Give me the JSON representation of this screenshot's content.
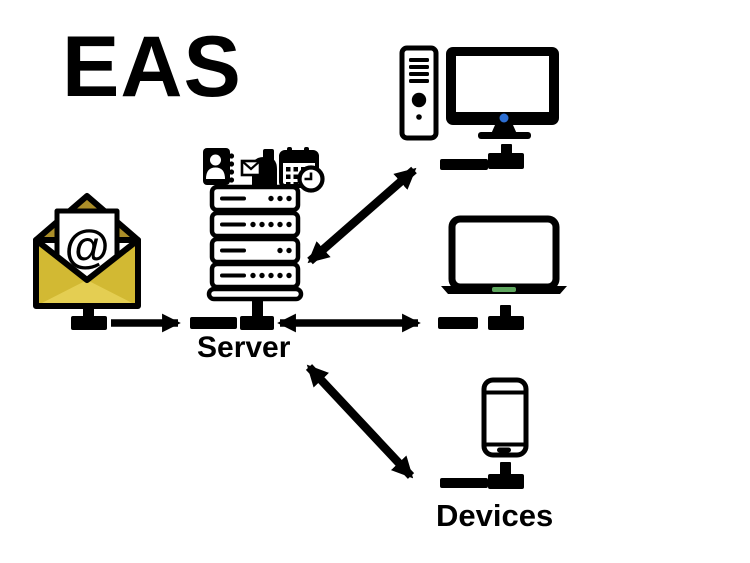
{
  "title": "EAS",
  "labels": {
    "server": "Server",
    "devices": "Devices"
  },
  "envelope": {
    "at_symbol": "@"
  },
  "colors": {
    "outline": "#000000",
    "background": "#ffffff",
    "envelope_flap": "#ab8e29",
    "envelope_body": "#d2b933",
    "envelope_front": "#e4ce52",
    "monitor_led": "#2d6fd3",
    "laptop_accent": "#5fa75f"
  },
  "nodes": [
    {
      "id": "email",
      "icon": "email-envelope-icon"
    },
    {
      "id": "server",
      "icon": "server-rack-icon",
      "label": "Server",
      "services": [
        "contacts",
        "mail",
        "calendar"
      ]
    },
    {
      "id": "desktop",
      "icon": "desktop-computer-icon"
    },
    {
      "id": "laptop",
      "icon": "laptop-icon"
    },
    {
      "id": "smartphone",
      "icon": "smartphone-icon",
      "label": "Devices"
    }
  ],
  "connections": [
    {
      "from": "email",
      "to": "server",
      "arrow": "one-way"
    },
    {
      "from": "server",
      "to": "desktop",
      "arrow": "two-way"
    },
    {
      "from": "server",
      "to": "laptop",
      "arrow": "two-way"
    },
    {
      "from": "server",
      "to": "smartphone",
      "arrow": "two-way"
    }
  ]
}
